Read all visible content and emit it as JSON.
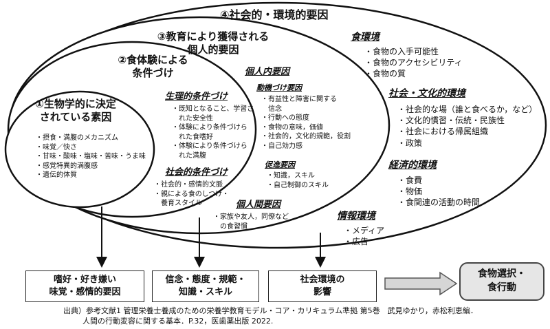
{
  "circles": {
    "social_env": "④社会的・環境的要因",
    "education": [
      "③教育により獲得される",
      "個人的要因"
    ],
    "experience": [
      "②食体験による",
      "条件づけ"
    ],
    "biological": [
      "①生物学的に決定",
      "されている素因"
    ]
  },
  "biological_items": [
    "・摂食・満腹のメカニズム",
    "・味覚／快さ",
    "・甘味・酸味・塩味・苦味・うま味",
    "・感覚特異的満腹感",
    "・遺伝的体質"
  ],
  "physiological": {
    "title": "生理的条件づけ",
    "items": [
      "・既知となること、学習さ",
      "　れた安全性",
      "・体験により条件づけら",
      "　れた食嗜好",
      "・体験により条件づけら",
      "　れた満腹"
    ]
  },
  "social_conditioning": {
    "title": "社会的条件づけ",
    "items": [
      "・社会的・感情的文脈",
      "・親による食のしつけ・",
      "　養育スタイル"
    ]
  },
  "intrapersonal": {
    "title": "個人内要因",
    "motivation": {
      "title": "動機づけ要因",
      "items": [
        "・有益性と障害に関する",
        "　信念",
        "・行動への態度",
        "・食物の意味，価値",
        "・社会的，文化的規範，役割",
        "・自己効力感"
      ]
    },
    "facilitating": {
      "title": "促進要因",
      "items": [
        "・知識，スキル",
        "・自己制御のスキル"
      ]
    }
  },
  "interpersonal": {
    "title": "個人間要因",
    "items": [
      "・家族や友人，同僚など",
      "　の食習慣"
    ]
  },
  "food_env": {
    "title": "食環境",
    "items": [
      "・食物の入手可能性",
      "・食物のアクセシビリティ",
      "・食物の質"
    ]
  },
  "social_cultural": {
    "title": "社会・文化的環境",
    "items": [
      "・社会的な場（誰と食べるか，など）",
      "・文化的慣習・伝統・民族性",
      "・社会における帰属組織",
      "・政策"
    ]
  },
  "economic": {
    "title": "経済的環境",
    "items": [
      "・食費",
      "・物価",
      "・食関連の活動の時間"
    ]
  },
  "info": {
    "title": "情報環境",
    "items": [
      "・メディア",
      "・広告"
    ]
  },
  "boxes": {
    "preference": [
      "嗜好・好き嫌い",
      "味覚・感情的要因"
    ],
    "belief": [
      "信念・態度・規範・",
      "知識・スキル"
    ],
    "social_env": [
      "社会環境の",
      "影響"
    ],
    "choice": [
      "食物選択・",
      "食行動"
    ]
  },
  "citation": {
    "line1": "出典）参考文献1 管理栄養士養成のための栄養学教育モデル・コア・カリキュラム準拠 第5巻　武見ゆかり，赤松利恵編．",
    "line2": "人間の行動変容に関する基本．P.32，医歯薬出版  2022."
  }
}
